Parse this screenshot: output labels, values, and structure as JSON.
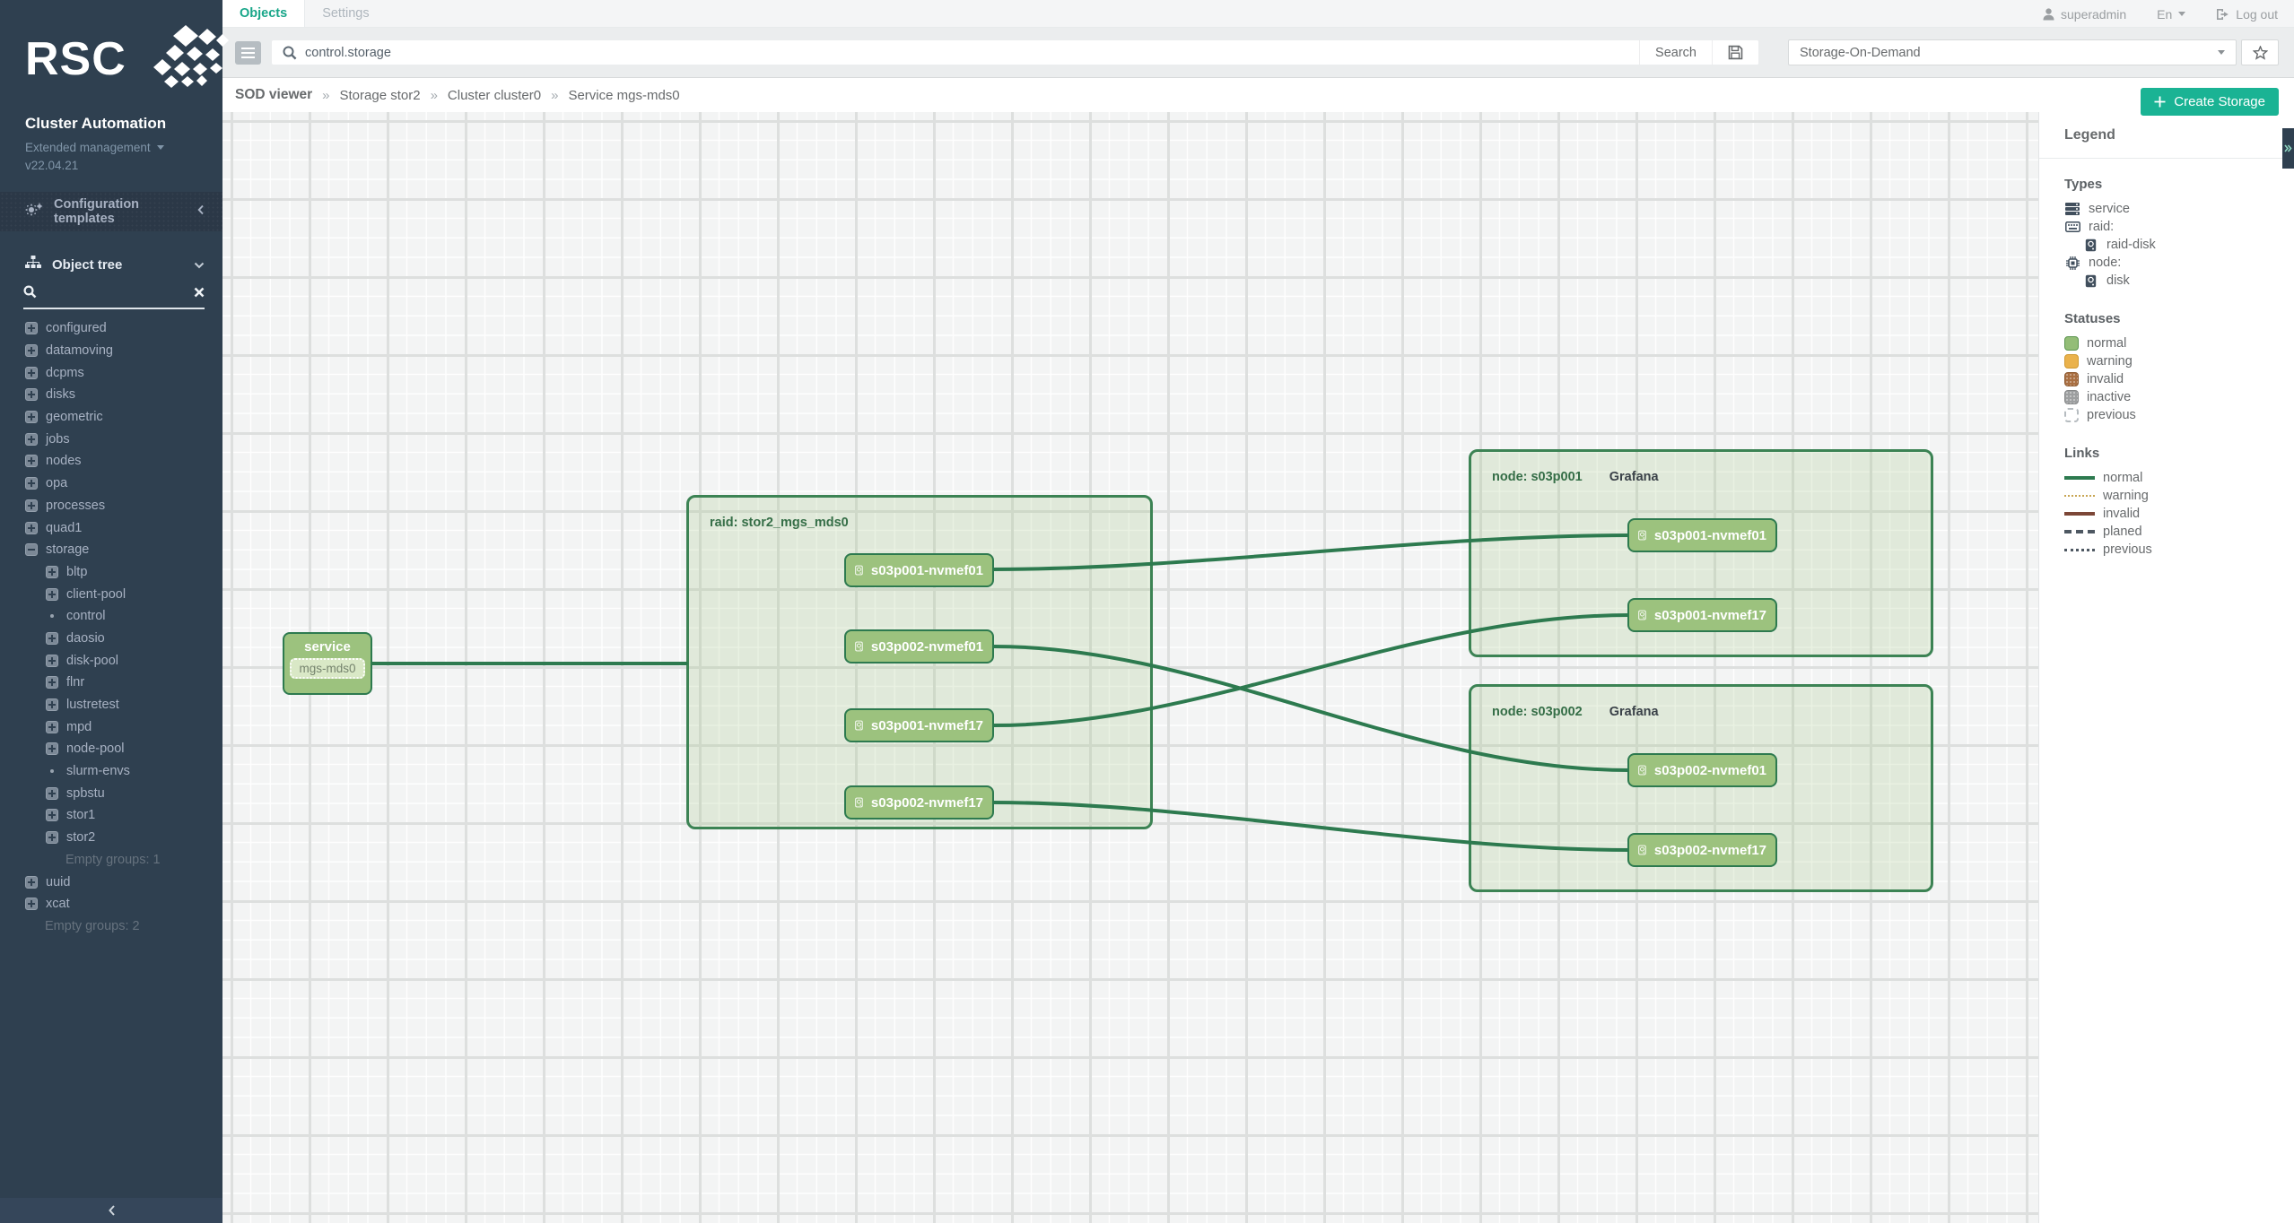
{
  "app": {
    "logo": "RSC",
    "title": "Cluster Automation",
    "subtitle": "Extended management",
    "version": "v22.04.21",
    "config_templates": "Configuration templates"
  },
  "tabs": {
    "objects": "Objects",
    "settings": "Settings"
  },
  "topbar": {
    "search_value": "control.storage",
    "search_button": "Search",
    "view_select": "Storage-On-Demand",
    "username": "superadmin",
    "language": "En",
    "logout": "Log out"
  },
  "breadcrumb": {
    "sep": "»",
    "items": [
      {
        "label": "SOD viewer"
      },
      {
        "label": "Storage stor2"
      },
      {
        "label": "Cluster cluster0"
      },
      {
        "label": "Service mgs-mds0"
      }
    ]
  },
  "actions": {
    "create_storage": "Create Storage"
  },
  "object_tree": {
    "header": "Object tree",
    "search_value": "",
    "items": [
      {
        "label": "configured",
        "state": "collapsed",
        "depth": 1
      },
      {
        "label": "datamoving",
        "state": "collapsed",
        "depth": 1
      },
      {
        "label": "dcpms",
        "state": "collapsed",
        "depth": 1
      },
      {
        "label": "disks",
        "state": "collapsed",
        "depth": 1
      },
      {
        "label": "geometric",
        "state": "collapsed",
        "depth": 1
      },
      {
        "label": "jobs",
        "state": "collapsed",
        "depth": 1
      },
      {
        "label": "nodes",
        "state": "collapsed",
        "depth": 1
      },
      {
        "label": "opa",
        "state": "collapsed",
        "depth": 1
      },
      {
        "label": "processes",
        "state": "collapsed",
        "depth": 1
      },
      {
        "label": "quad1",
        "state": "collapsed",
        "depth": 1
      },
      {
        "label": "storage",
        "state": "expanded",
        "depth": 1
      },
      {
        "label": "bltp",
        "state": "collapsed",
        "depth": 2
      },
      {
        "label": "client-pool",
        "state": "collapsed",
        "depth": 2
      },
      {
        "label": "control",
        "state": "leaf",
        "depth": 2
      },
      {
        "label": "daosio",
        "state": "collapsed",
        "depth": 2
      },
      {
        "label": "disk-pool",
        "state": "collapsed",
        "depth": 2
      },
      {
        "label": "flnr",
        "state": "collapsed",
        "depth": 2
      },
      {
        "label": "lustretest",
        "state": "collapsed",
        "depth": 2
      },
      {
        "label": "mpd",
        "state": "collapsed",
        "depth": 2
      },
      {
        "label": "node-pool",
        "state": "collapsed",
        "depth": 2
      },
      {
        "label": "slurm-envs",
        "state": "leaf",
        "depth": 2
      },
      {
        "label": "spbstu",
        "state": "collapsed",
        "depth": 2
      },
      {
        "label": "stor1",
        "state": "collapsed",
        "depth": 2
      },
      {
        "label": "stor2",
        "state": "collapsed",
        "depth": 2
      },
      {
        "label": "Empty groups: 1",
        "state": "info",
        "depth": 2
      },
      {
        "label": "uuid",
        "state": "collapsed",
        "depth": 1
      },
      {
        "label": "xcat",
        "state": "collapsed",
        "depth": 1
      },
      {
        "label": "Empty groups: 2",
        "state": "info",
        "depth": 1
      }
    ]
  },
  "graph": {
    "service": {
      "type_label": "service",
      "name": "mgs-mds0"
    },
    "raid": {
      "label": "raid: stor2_mgs_mds0",
      "disks": [
        {
          "label": "s03p001-nvmef01"
        },
        {
          "label": "s03p002-nvmef01"
        },
        {
          "label": "s03p001-nvmef17"
        },
        {
          "label": "s03p002-nvmef17"
        }
      ]
    },
    "node1": {
      "label": "node: s03p001",
      "grafana": "Grafana",
      "disks": [
        {
          "label": "s03p001-nvmef01"
        },
        {
          "label": "s03p001-nvmef17"
        }
      ]
    },
    "node2": {
      "label": "node: s03p002",
      "grafana": "Grafana",
      "disks": [
        {
          "label": "s03p002-nvmef01"
        },
        {
          "label": "s03p002-nvmef17"
        }
      ]
    }
  },
  "legend": {
    "title": "Legend",
    "types_title": "Types",
    "types": [
      {
        "label": "service"
      },
      {
        "label": "raid:"
      },
      {
        "label": "raid-disk"
      },
      {
        "label": "node:"
      },
      {
        "label": "disk"
      }
    ],
    "statuses_title": "Statuses",
    "statuses": [
      {
        "label": "normal",
        "color": "#93bd77"
      },
      {
        "label": "warning",
        "color": "#eab24c"
      },
      {
        "label": "invalid",
        "color": "#a96f42"
      },
      {
        "label": "inactive",
        "color": "#9d9fa0"
      },
      {
        "label": "previous",
        "color": "#ffffff"
      }
    ],
    "links_title": "Links",
    "links": [
      {
        "label": "normal",
        "color": "#2d7a4f",
        "style": "solid"
      },
      {
        "label": "warning",
        "color": "#c8a553",
        "style": "dotted"
      },
      {
        "label": "invalid",
        "color": "#7c4737",
        "style": "solid"
      },
      {
        "label": "planed",
        "color": "#4e5862",
        "style": "dashed"
      },
      {
        "label": "previous",
        "color": "#4e5862",
        "style": "dotted"
      }
    ]
  },
  "colors": {
    "accent": "#1ab394",
    "sidebar_bg": "#2f4050",
    "graph_link": "#2d7a4f",
    "chip_fill": "#9cc27e",
    "box_border": "#3c8354"
  }
}
